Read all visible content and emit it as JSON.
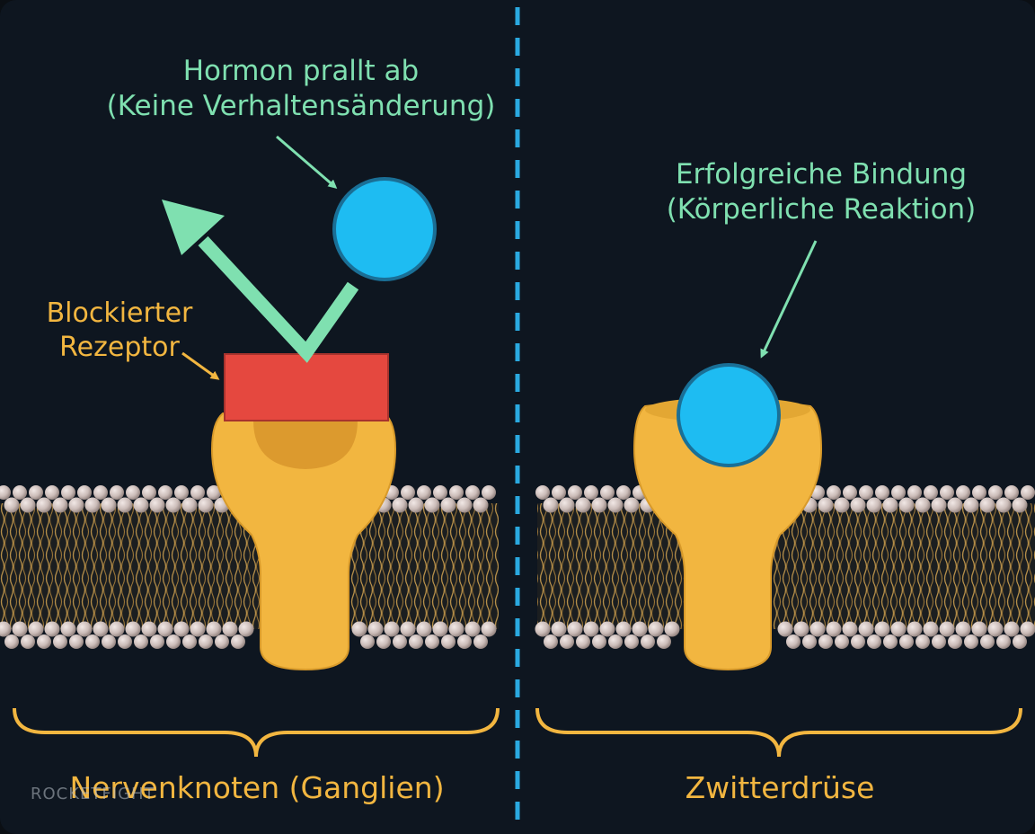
{
  "labels": {
    "bounce_line1": "Hormon prallt ab",
    "bounce_line2": "(Keine Verhaltensänderung)",
    "blocked_line1": "Blockierter",
    "blocked_line2": "Rezeptor",
    "bind_line1": "Erfolgreiche Bindung",
    "bind_line2": "(Körperliche Reaktion)",
    "left_region": "Nervenknoten (Ganglien)",
    "right_region": "Zwitterdrüse",
    "watermark": "ROCKETFIGHT"
  },
  "colors": {
    "background": "#0e1620",
    "hormone": "#1ebcf2",
    "hormone_outline": "#1a6f96",
    "receptor": "#f2b640",
    "receptor_pocket": "#dc9a2e",
    "blocker": "#e5483f",
    "arrow_green": "#7fe0b0",
    "divider": "#2aa9e0",
    "membrane_head": "#d3c5c1",
    "membrane_tail": "#c29a52"
  }
}
